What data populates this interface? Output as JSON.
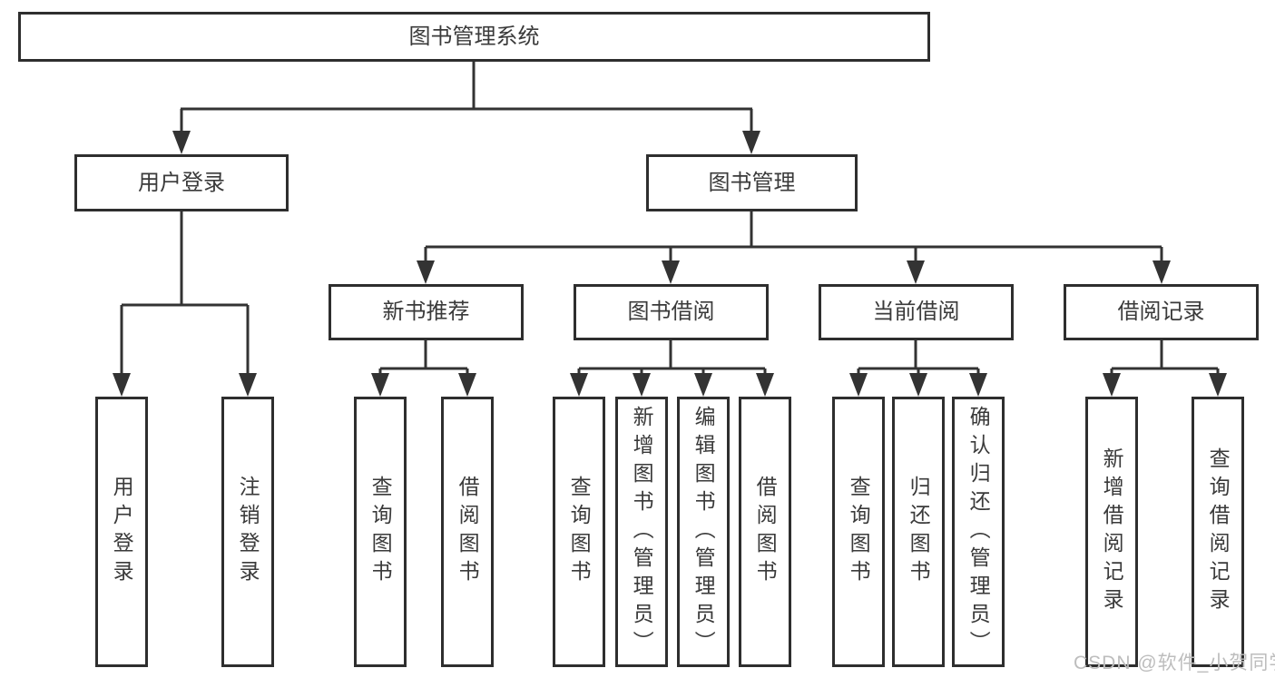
{
  "tree": {
    "label": "图书管理系统",
    "children": [
      {
        "label": "用户登录",
        "children": [
          {
            "label": "用户登录"
          },
          {
            "label": "注销登录"
          }
        ]
      },
      {
        "label": "图书管理",
        "children": [
          {
            "label": "新书推荐",
            "children": [
              {
                "label": "查询图书"
              },
              {
                "label": "借阅图书"
              }
            ]
          },
          {
            "label": "图书借阅",
            "children": [
              {
                "label": "查询图书"
              },
              {
                "label": "新增图书（管理员）"
              },
              {
                "label": "编辑图书（管理员）"
              },
              {
                "label": "借阅图书"
              }
            ]
          },
          {
            "label": "当前借阅",
            "children": [
              {
                "label": "查询图书"
              },
              {
                "label": "归还图书"
              },
              {
                "label": "确认归还（管理员）"
              }
            ]
          },
          {
            "label": "借阅记录",
            "children": [
              {
                "label": "新增借阅记录"
              },
              {
                "label": "查询借阅记录"
              }
            ]
          }
        ]
      }
    ]
  },
  "watermark": "CSDN @软件_小贺同学",
  "colors": {
    "border": "#2e2e2e",
    "line": "#333333",
    "text": "#3a3a3a",
    "watermark": "#bdbdbd",
    "background": "#ffffff"
  }
}
